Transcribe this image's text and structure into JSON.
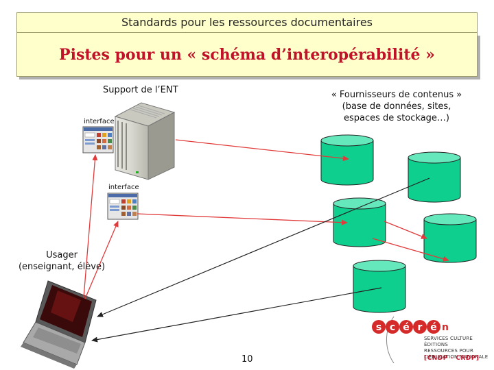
{
  "header": {
    "top_title": "Standards pour les ressources documentaires",
    "title": "Pistes pour un « schéma d’interopérabilité »"
  },
  "labels": {
    "ent_support": "Support de l’ENT",
    "interface_1": "interface",
    "interface_2": "interface",
    "providers_line1": "« Fournisseurs de contenus »",
    "providers_line2": "(base de données, sites,",
    "providers_line3": "espaces de stockage…)",
    "user_line1": "Usager",
    "user_line2": "(enseignant, élève)"
  },
  "page_number": "10",
  "logo": {
    "letters": [
      "s",
      "c",
      "é",
      "r",
      "é",
      "n"
    ],
    "line1": "SERVICES CULTURE ÉDITIONS",
    "line2": "RESSOURCES POUR",
    "line3": "L’ÉDUCATION NATIONALE",
    "line4": "[CNDP - CRDP]",
    "accent_color": "#d42a2a"
  },
  "colors": {
    "cylinder_fill": "#0fcf8e",
    "cylinder_top": "#66e8bd",
    "arrow_red": "#e03a3a",
    "arrow_dark": "#222222",
    "title_red": "#c0132a",
    "title_bg": "#ffffcc"
  },
  "icons": {
    "server": "server-tower-icon",
    "window": "browser-window-icon",
    "laptop": "laptop-icon",
    "database": "database-cylinder-icon"
  }
}
